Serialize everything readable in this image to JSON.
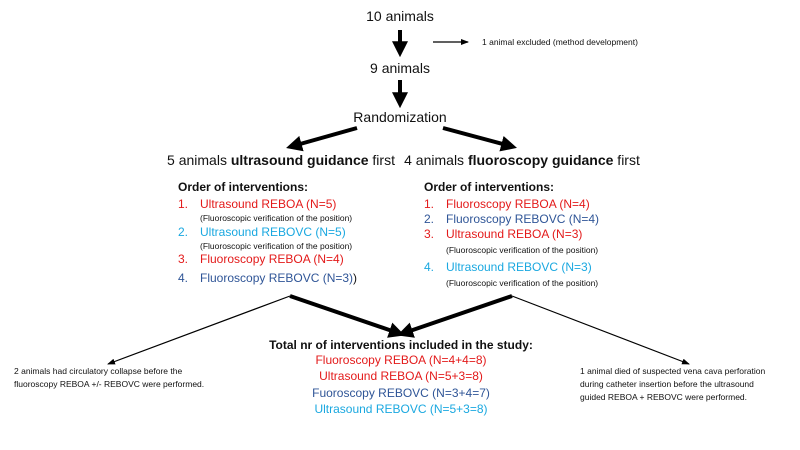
{
  "colors": {
    "red": "#e31a1a",
    "cyan": "#1aa8e0",
    "blue": "#2f5597",
    "arrow": "#000000"
  },
  "top": {
    "start": "10 animals",
    "excluded": "1 animal excluded (method development)",
    "after": "9 animals",
    "randomization": "Randomization"
  },
  "left_group": {
    "count_prefix": "5 animals ",
    "bold": "ultrasound guidance",
    "suffix": " first",
    "order_title": "Order of interventions:",
    "items": [
      {
        "num": "1.",
        "text": "Ultrasound REBOA (N=5)",
        "note": "(Fluoroscopic verification of the position)"
      },
      {
        "num": "2.",
        "text": "Ultrasound REBOVC (N=5)",
        "note": "(Fluoroscopic verification of the position)"
      },
      {
        "num": "3.",
        "text": "Fluoroscopy REBOA (N=4)",
        "note": ""
      },
      {
        "num": "4.",
        "text": "Fluoroscopy REBOVC (N=3)",
        "note": ""
      }
    ],
    "close_paren": ")"
  },
  "right_group": {
    "count_prefix": "4 animals ",
    "bold": "fluoroscopy guidance",
    "suffix": " first",
    "order_title": "Order of interventions:",
    "items": [
      {
        "num": "1.",
        "text": "Fluoroscopy REBOA (N=4)",
        "note": ""
      },
      {
        "num": "2.",
        "text": "Fluoroscopy REBOVC (N=4)",
        "note": ""
      },
      {
        "num": "3.",
        "text": "Ultrasound REBOA (N=3)",
        "note": "(Fluoroscopic verification of the position)"
      },
      {
        "num": "4.",
        "text": "Ultrasound REBOVC (N=3)",
        "note": "(Fluoroscopic verification of the position)"
      }
    ]
  },
  "left_note": {
    "line1": "2 animals had circulatory collapse before the",
    "line2": "fluoroscopy REBOA +/- REBOVC were performed."
  },
  "right_note": {
    "line1": "1 animal died of suspected vena cava perforation",
    "line2": "during catheter insertion before the ultrasound",
    "line3": "guided REBOA + REBOVC were performed."
  },
  "totals": {
    "title": "Total nr of interventions included in the study:",
    "lines": [
      "Fluoroscopy REBOA (N=4+4=8)",
      "Ultrasound REBOA (N=5+3=8)",
      "Fuoroscopy REBOVC (N=3+4=7)",
      "Ultrasound REBOVC (N=5+3=8)"
    ]
  }
}
